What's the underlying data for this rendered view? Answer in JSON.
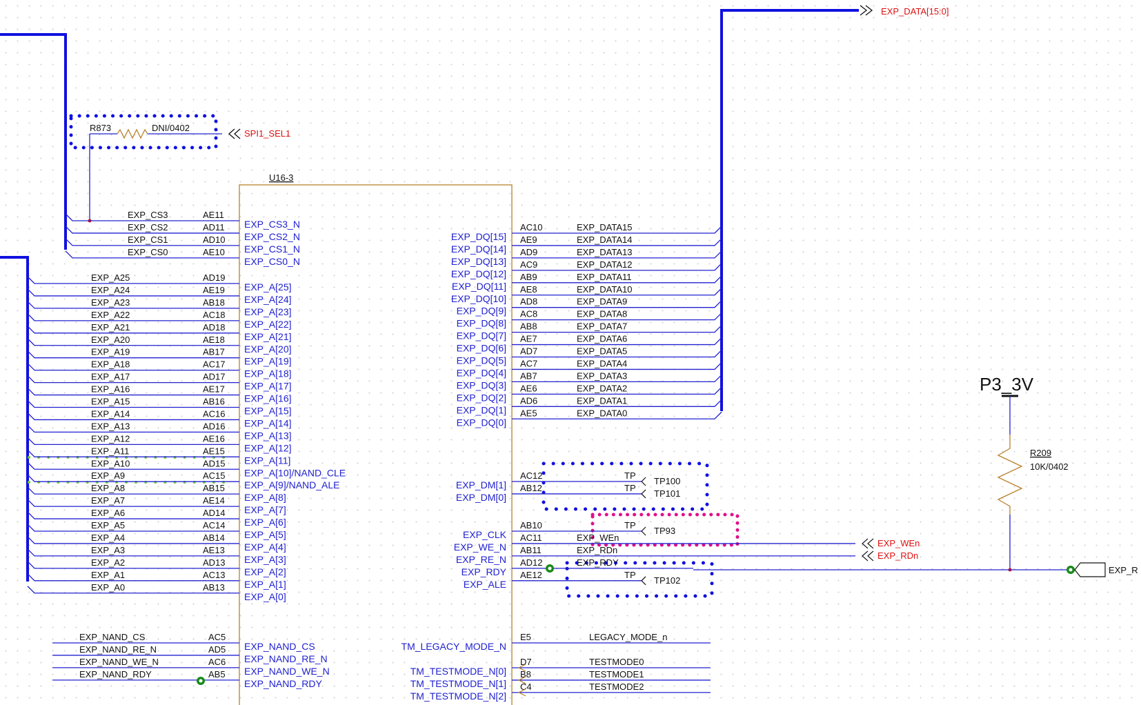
{
  "part": {
    "refdes": "U16-3"
  },
  "offpage": {
    "exp_data_bus": "EXP_DATA[15:0]",
    "spi_sel": "SPI1_SEL1",
    "we": "EXP_WEn",
    "rd": "EXP_RDn",
    "rdy_partial": "EXP_R"
  },
  "resistor_r873": {
    "ref": "R873",
    "value": "DNI/0402"
  },
  "resistor_r209": {
    "ref": "R209",
    "value": "10K/0402"
  },
  "power": {
    "name": "P3_3V"
  },
  "cs_pins": [
    {
      "net": "EXP_CS3",
      "num": "AE11",
      "name": "EXP_CS3_N"
    },
    {
      "net": "EXP_CS2",
      "num": "AD11",
      "name": "EXP_CS2_N"
    },
    {
      "net": "EXP_CS1",
      "num": "AD10",
      "name": "EXP_CS1_N"
    },
    {
      "net": "EXP_CS0",
      "num": "AE10",
      "name": "EXP_CS0_N"
    }
  ],
  "addr_pins": [
    {
      "net": "EXP_A25",
      "num": "AD19",
      "name": "EXP_A[25]"
    },
    {
      "net": "EXP_A24",
      "num": "AE19",
      "name": "EXP_A[24]"
    },
    {
      "net": "EXP_A23",
      "num": "AB18",
      "name": "EXP_A[23]"
    },
    {
      "net": "EXP_A22",
      "num": "AC18",
      "name": "EXP_A[22]"
    },
    {
      "net": "EXP_A21",
      "num": "AD18",
      "name": "EXP_A[21]"
    },
    {
      "net": "EXP_A20",
      "num": "AE18",
      "name": "EXP_A[20]"
    },
    {
      "net": "EXP_A19",
      "num": "AB17",
      "name": "EXP_A[19]"
    },
    {
      "net": "EXP_A18",
      "num": "AC17",
      "name": "EXP_A[18]"
    },
    {
      "net": "EXP_A17",
      "num": "AD17",
      "name": "EXP_A[17]"
    },
    {
      "net": "EXP_A16",
      "num": "AE17",
      "name": "EXP_A[16]"
    },
    {
      "net": "EXP_A15",
      "num": "AB16",
      "name": "EXP_A[15]"
    },
    {
      "net": "EXP_A14",
      "num": "AC16",
      "name": "EXP_A[14]"
    },
    {
      "net": "EXP_A13",
      "num": "AD16",
      "name": "EXP_A[13]"
    },
    {
      "net": "EXP_A12",
      "num": "AE16",
      "name": "EXP_A[12]"
    },
    {
      "net": "EXP_A11",
      "num": "AE15",
      "name": "EXP_A[11]"
    },
    {
      "net": "EXP_A10",
      "num": "AD15",
      "name": "EXP_A[10]/NAND_CLE"
    },
    {
      "net": "EXP_A9",
      "num": "AC15",
      "name": "EXP_A[9]/NAND_ALE"
    },
    {
      "net": "EXP_A8",
      "num": "AB15",
      "name": "EXP_A[8]"
    },
    {
      "net": "EXP_A7",
      "num": "AE14",
      "name": "EXP_A[7]"
    },
    {
      "net": "EXP_A6",
      "num": "AD14",
      "name": "EXP_A[6]"
    },
    {
      "net": "EXP_A5",
      "num": "AC14",
      "name": "EXP_A[5]"
    },
    {
      "net": "EXP_A4",
      "num": "AB14",
      "name": "EXP_A[4]"
    },
    {
      "net": "EXP_A3",
      "num": "AE13",
      "name": "EXP_A[3]"
    },
    {
      "net": "EXP_A2",
      "num": "AD13",
      "name": "EXP_A[2]"
    },
    {
      "net": "EXP_A1",
      "num": "AC13",
      "name": "EXP_A[1]"
    },
    {
      "net": "EXP_A0",
      "num": "AB13",
      "name": "EXP_A[0]"
    }
  ],
  "nand_pins": [
    {
      "net": "EXP_NAND_CS",
      "num": "AC5",
      "name": "EXP_NAND_CS"
    },
    {
      "net": "EXP_NAND_RE_N",
      "num": "AD5",
      "name": "EXP_NAND_RE_N"
    },
    {
      "net": "EXP_NAND_WE_N",
      "num": "AC6",
      "name": "EXP_NAND_WE_N"
    },
    {
      "net": "EXP_NAND_RDY",
      "num": "AB5",
      "name": "EXP_NAND_RDY"
    }
  ],
  "dq_pins": [
    {
      "name": "EXP_DQ[15]",
      "num": "AC10",
      "net": "EXP_DATA15"
    },
    {
      "name": "EXP_DQ[14]",
      "num": "AE9",
      "net": "EXP_DATA14"
    },
    {
      "name": "EXP_DQ[13]",
      "num": "AD9",
      "net": "EXP_DATA13"
    },
    {
      "name": "EXP_DQ[12]",
      "num": "AC9",
      "net": "EXP_DATA12"
    },
    {
      "name": "EXP_DQ[11]",
      "num": "AB9",
      "net": "EXP_DATA11"
    },
    {
      "name": "EXP_DQ[10]",
      "num": "AE8",
      "net": "EXP_DATA10"
    },
    {
      "name": "EXP_DQ[9]",
      "num": "AD8",
      "net": "EXP_DATA9"
    },
    {
      "name": "EXP_DQ[8]",
      "num": "AC8",
      "net": "EXP_DATA8"
    },
    {
      "name": "EXP_DQ[7]",
      "num": "AB8",
      "net": "EXP_DATA7"
    },
    {
      "name": "EXP_DQ[6]",
      "num": "AE7",
      "net": "EXP_DATA6"
    },
    {
      "name": "EXP_DQ[5]",
      "num": "AD7",
      "net": "EXP_DATA5"
    },
    {
      "name": "EXP_DQ[4]",
      "num": "AC7",
      "net": "EXP_DATA4"
    },
    {
      "name": "EXP_DQ[3]",
      "num": "AB7",
      "net": "EXP_DATA3"
    },
    {
      "name": "EXP_DQ[2]",
      "num": "AE6",
      "net": "EXP_DATA2"
    },
    {
      "name": "EXP_DQ[1]",
      "num": "AD6",
      "net": "EXP_DATA1"
    },
    {
      "name": "EXP_DQ[0]",
      "num": "AE5",
      "net": "EXP_DATA0"
    }
  ],
  "dm_pins": [
    {
      "name": "EXP_DM[1]",
      "num": "AC12",
      "tp": "TP",
      "tpname": "TP100"
    },
    {
      "name": "EXP_DM[0]",
      "num": "AB12",
      "tp": "TP",
      "tpname": "TP101"
    }
  ],
  "ctrl_pins": [
    {
      "name": "EXP_CLK",
      "num": "AB10",
      "net": "TP",
      "tpname": "TP93"
    },
    {
      "name": "EXP_WE_N",
      "num": "AC11",
      "net": "EXP_WEn"
    },
    {
      "name": "EXP_RE_N",
      "num": "AB11",
      "net": "EXP_RDn"
    },
    {
      "name": "EXP_RDY",
      "num": "AD12",
      "net": "EXP_RDY"
    },
    {
      "name": "EXP_ALE",
      "num": "AE12",
      "net": "TP",
      "tpname": "TP102"
    }
  ],
  "tm_pins": [
    {
      "name": "TM_LEGACY_MODE_N",
      "num": "E5",
      "net": "LEGACY_MODE_n"
    },
    {
      "name": "TM_TESTMODE_N[0]",
      "num": "D7",
      "net": "TESTMODE0"
    },
    {
      "name": "TM_TESTMODE_N[1]",
      "num": "B8",
      "net": "TESTMODE1"
    },
    {
      "name": "TM_TESTMODE_N[2]",
      "num": "C4",
      "net": "TESTMODE2"
    }
  ]
}
